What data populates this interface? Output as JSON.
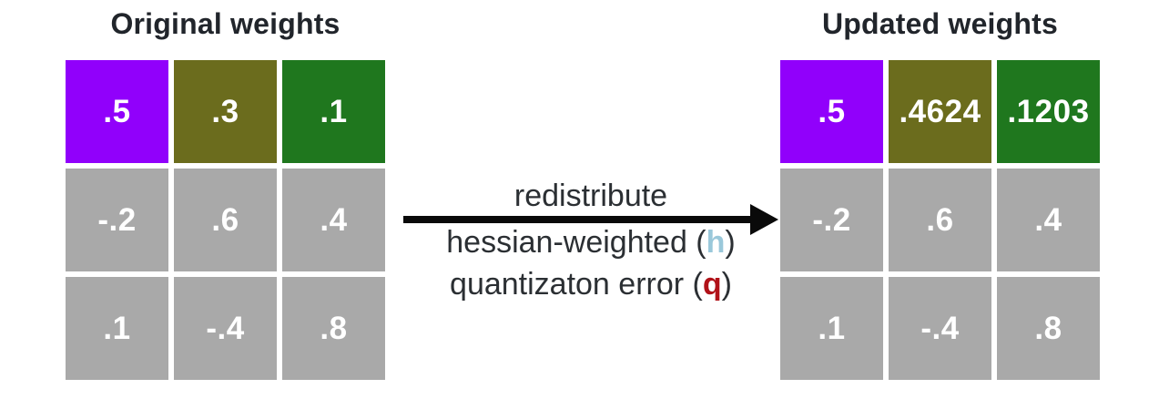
{
  "left_matrix": {
    "title": "Original weights",
    "rows": [
      [
        ".5",
        ".3",
        ".1"
      ],
      [
        "-.2",
        ".6",
        ".4"
      ],
      [
        ".1",
        "-.4",
        ".8"
      ]
    ]
  },
  "right_matrix": {
    "title": "Updated weights",
    "rows": [
      [
        ".5",
        ".4624",
        ".1203"
      ],
      [
        "-.2",
        ".6",
        ".4"
      ],
      [
        ".1",
        "-.4",
        ".8"
      ]
    ]
  },
  "arrow": {
    "top_label": "redistribute",
    "line1": {
      "prefix": "hessian-weighted (",
      "var": "h",
      "suffix": ")"
    },
    "line2": {
      "prefix": "quantizaton error (",
      "var": "q",
      "suffix": ")"
    }
  },
  "colors": {
    "purple": "#9100fb",
    "olive": "#6b6c1d",
    "green": "#1f771e",
    "gray": "#a9a9a9",
    "h": "#9ac8da",
    "q": "#b11219",
    "cell_text": "#ffffff",
    "title_text": "#21252b",
    "label_text": "#2b2f33",
    "arrow_black": "#0a0a0a",
    "background": "#ffffff"
  }
}
